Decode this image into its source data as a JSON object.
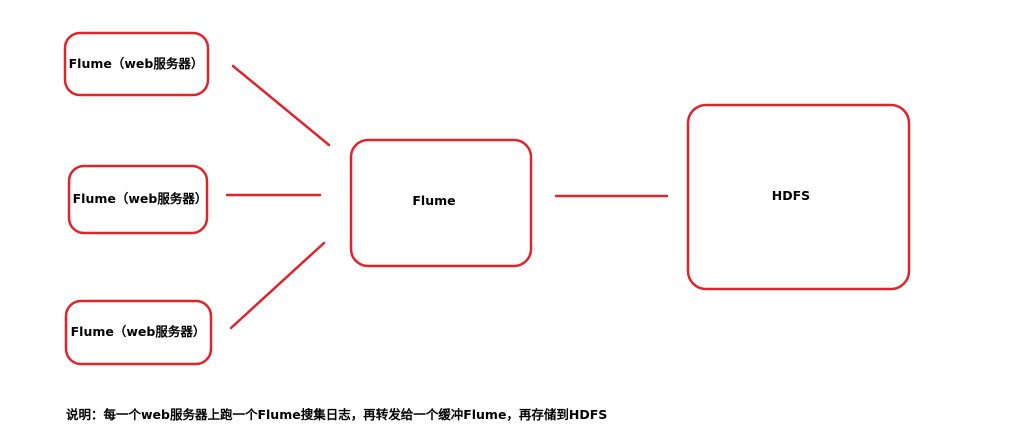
{
  "diagram": {
    "accent_color": "#e0242b",
    "nodes": {
      "source_1": {
        "label": "Flume（web服务器）"
      },
      "source_2": {
        "label": "Flume（web服务器）"
      },
      "source_3": {
        "label": "Flume（web服务器）"
      },
      "aggregator": {
        "label": "Flume"
      },
      "sink": {
        "label": "HDFS"
      }
    }
  },
  "caption": "说明：每一个web服务器上跑一个Flume搜集日志，再转发给一个缓冲Flume，再存储到HDFS"
}
